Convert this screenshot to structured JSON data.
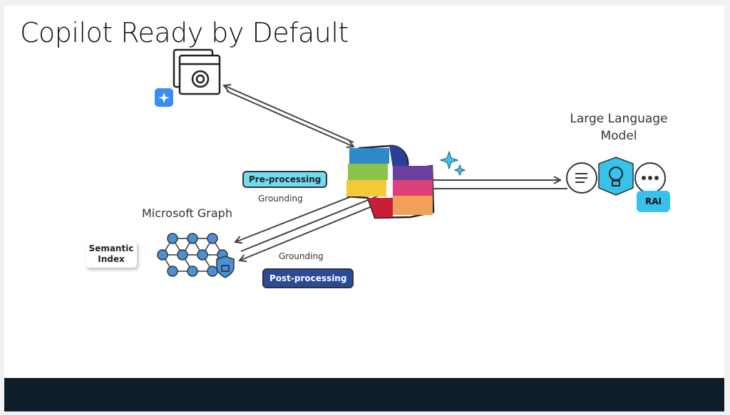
{
  "slide": {
    "title": "Copilot Ready by Default",
    "labels": {
      "llm": "Large Language Model",
      "graph": "Microsoft Graph",
      "semantic_index": "Semantic Index",
      "pre_processing": "Pre-processing",
      "grounding_top": "Grounding",
      "grounding_bottom": "Grounding",
      "post_processing": "Post-processing",
      "rai": "RAI"
    },
    "icons": [
      "app-settings-icon",
      "copilot-sparkle-icon",
      "copilot-logo",
      "sparkle-icon",
      "chat-bubble-icon",
      "lightbulb-icon",
      "ellipsis-bubble-icon",
      "network-graph-icon",
      "shield-lock-icon"
    ],
    "colors": {
      "pre_processing": "#6fdcef",
      "post_processing": "#2b4a9a",
      "rai": "#36c2ea",
      "footer": "#0f1d29",
      "accent_blue": "#3a8ef0"
    }
  }
}
